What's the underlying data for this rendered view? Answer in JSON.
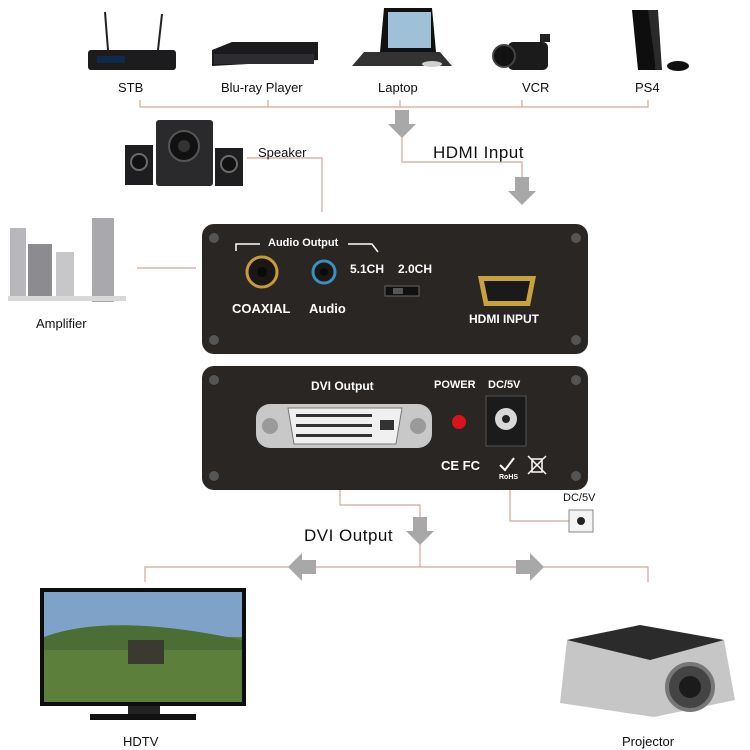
{
  "sources": [
    {
      "id": "stb",
      "label": "STB",
      "icon": "set-top-box-icon"
    },
    {
      "id": "bluray",
      "label": "Blu-ray Player",
      "icon": "bluray-player-icon"
    },
    {
      "id": "laptop",
      "label": "Laptop",
      "icon": "laptop-icon"
    },
    {
      "id": "vcr",
      "label": "VCR",
      "icon": "camcorder-icon"
    },
    {
      "id": "ps4",
      "label": "PS4",
      "icon": "game-console-icon"
    }
  ],
  "labels": {
    "hdmi_input": "HDMI Input",
    "speaker": "Speaker",
    "amplifier": "Amplifier",
    "dvi_output": "DVI  Output",
    "dc_port": "DC/5V",
    "hdtv": "HDTV",
    "projector": "Projector"
  },
  "front_panel": {
    "audio_output": "Audio  Output",
    "coaxial": "COAXIAL",
    "audio": "Audio",
    "ch51": "5.1CH",
    "ch20": "2.0CH",
    "hdmi_input": "HDMI INPUT"
  },
  "back_panel": {
    "dvi_output": "DVI Output",
    "power": "POWER",
    "dc5v": "DC/5V",
    "certs": "CE FC",
    "rohs": "RoHS"
  },
  "colors": {
    "device_body": "#2a2624",
    "connector_line": "#d4a79a",
    "arrow": "#9a9a9a",
    "power_led": "#d9141b",
    "hdmi_gold": "#c8a23e"
  }
}
